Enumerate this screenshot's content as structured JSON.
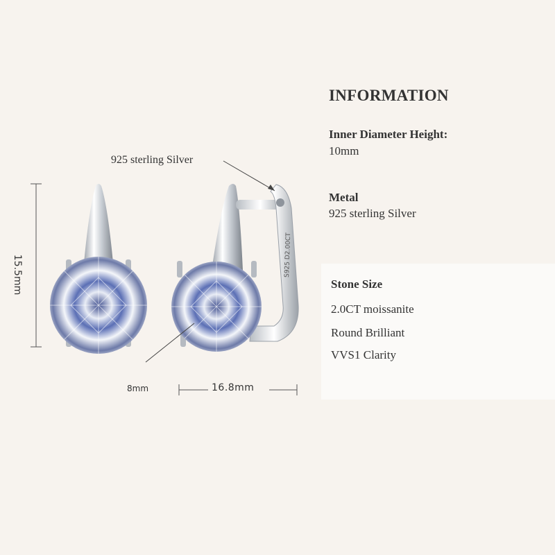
{
  "info": {
    "title": "INFORMATION",
    "inner_diameter_label": "Inner Diameter Height:",
    "inner_diameter_value": "10mm",
    "metal_label": "Metal",
    "metal_value": "925 sterling Silver"
  },
  "stone": {
    "label": "Stone Size",
    "lines": [
      "2.0CT moissanite",
      "Round Brilliant",
      "VVS1 Clarity"
    ]
  },
  "callouts": {
    "material": "925 sterling Silver",
    "height": "15.5mm",
    "stone_diameter": "8mm",
    "width": "16.8mm"
  },
  "engraving": {
    "text": "S925 D2.00CT"
  },
  "colors": {
    "background": "#f7f3ee",
    "silver": "#d9dde2",
    "text": "#333333"
  }
}
